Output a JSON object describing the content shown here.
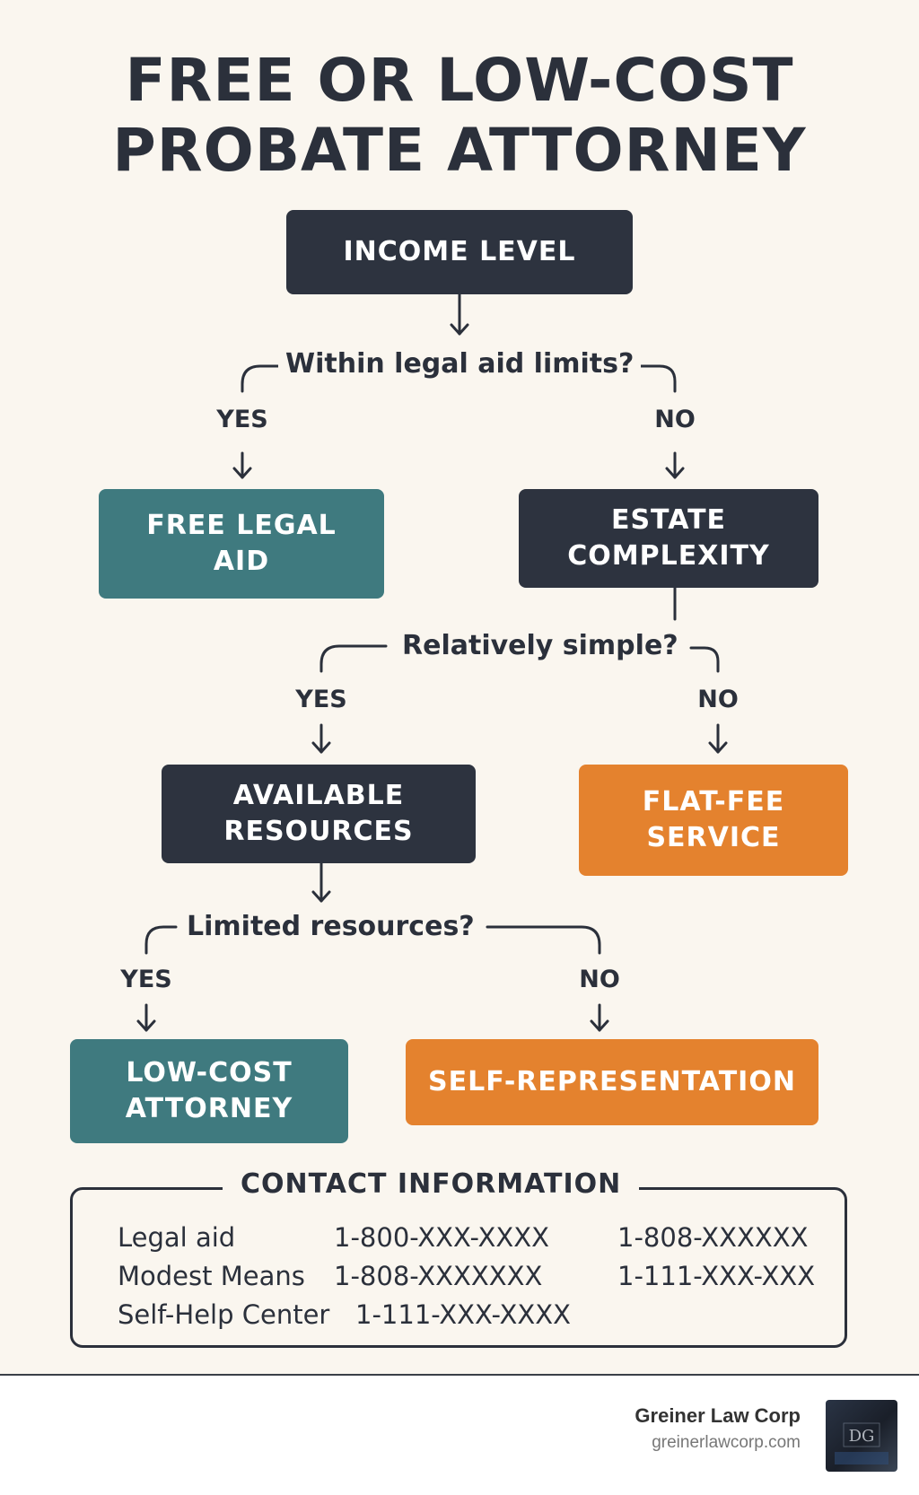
{
  "title": {
    "line1": "FREE OR LOW-COST",
    "line2": "PROBATE ATTORNEY"
  },
  "flowchart": {
    "nodes": {
      "income_level": "INCOME LEVEL",
      "free_legal_aid_line1": "FREE LEGAL",
      "free_legal_aid_line2": "AID",
      "estate_complexity_line1": "ESTATE",
      "estate_complexity_line2": "COMPLEXITY",
      "available_resources_line1": "AVAILABLE",
      "available_resources_line2": "RESOURCES",
      "flat_fee_line1": "FLAT-FEE",
      "flat_fee_line2": "SERVICE",
      "low_cost_attorney_line1": "LOW-COST",
      "low_cost_attorney_line2": "ATTORNEY",
      "self_representation": "SELF-REPRESENTATION"
    },
    "questions": {
      "q1": "Within legal aid limits?",
      "q2": "Relatively simple?",
      "q3": "Limited resources?"
    },
    "branches": {
      "yes": "YES",
      "no": "NO"
    }
  },
  "contact": {
    "heading": "CONTACT INFORMATION",
    "rows": [
      {
        "name": "Legal aid",
        "phone1": "1-800-XXX-XXXX",
        "phone2": "1-808-XXXXXX"
      },
      {
        "name": "Modest Means",
        "phone1": "1-808-XXXXXXX",
        "phone2": "1-111-XXX-XXX"
      },
      {
        "name": "Self-Help Center",
        "phone1": "1-111-XXX-XXXX"
      }
    ]
  },
  "footer": {
    "brand_name": "Greiner Law Corp",
    "brand_url": "greinerlawcorp.com",
    "logo_monogram": "DG"
  },
  "colors": {
    "background": "#faf6ef",
    "dark_node": "#2d333f",
    "teal_node": "#3f7a7f",
    "orange_node": "#e4822e",
    "text": "#2b303b"
  }
}
